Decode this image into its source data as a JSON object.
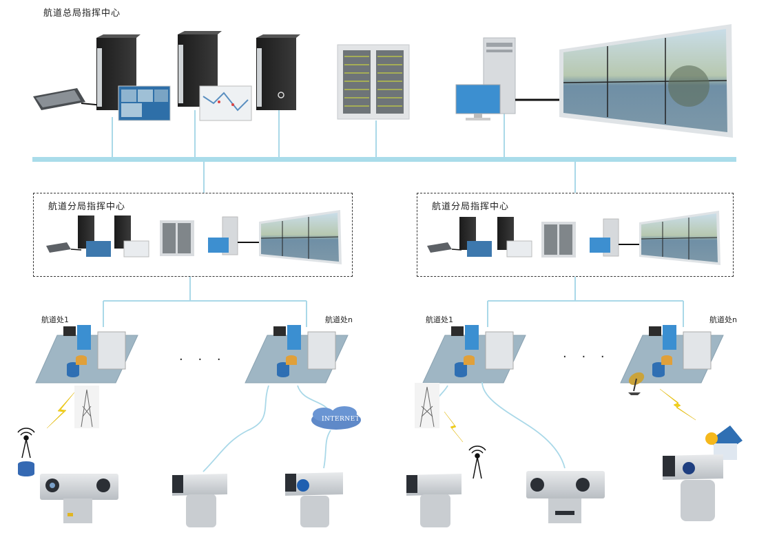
{
  "hq": {
    "title": "航道总局指挥中心"
  },
  "branches": [
    {
      "title": "航道分局指挥中心",
      "office_first": "航道处1",
      "office_last": "航道处n",
      "ellipsis": "· · ·"
    },
    {
      "title": "航道分局指挥中心",
      "office_first": "航道处1",
      "office_last": "航道处n",
      "ellipsis": "· · ·"
    }
  ],
  "cloud": {
    "label": "INTERNET"
  },
  "colors": {
    "network": "#a9d8e8",
    "backbone": "#a9dcea",
    "platform": "#9fb6c4",
    "dashed": "#333333"
  }
}
